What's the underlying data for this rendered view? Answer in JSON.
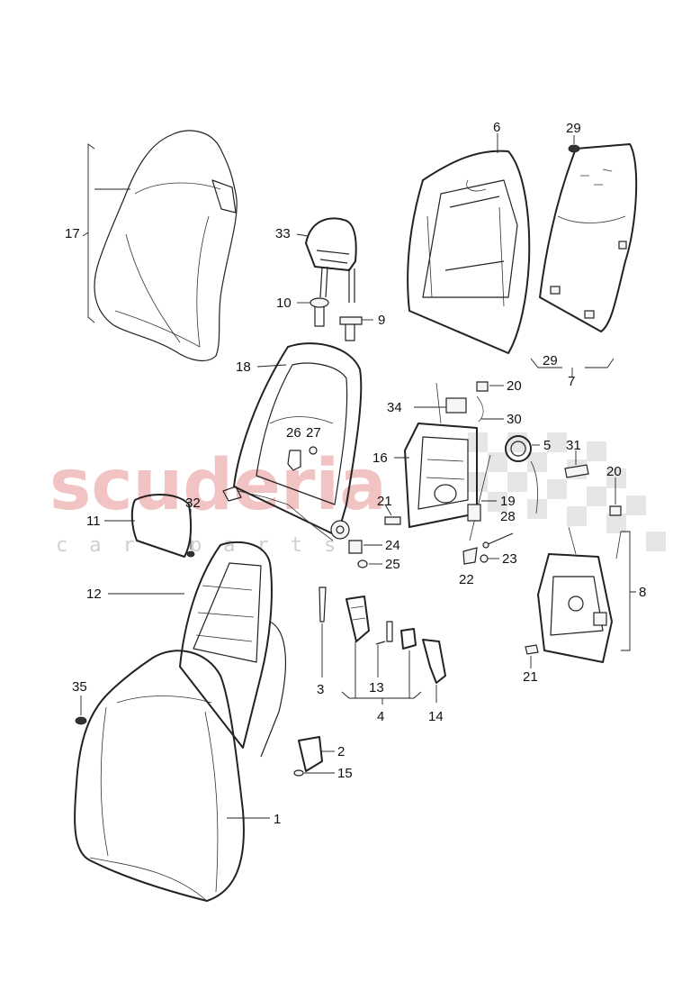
{
  "watermark": {
    "main": "scuderia",
    "sub": "car parts"
  },
  "callouts": {
    "c1": "1",
    "c2": "2",
    "c3": "3",
    "c4": "4",
    "c5": "5",
    "c6": "6",
    "c7": "7",
    "c8": "8",
    "c9": "9",
    "c10": "10",
    "c11": "11",
    "c12": "12",
    "c13": "13",
    "c14": "14",
    "c15": "15",
    "c16": "16",
    "c17": "17",
    "c18": "18",
    "c19": "19",
    "c20a": "20",
    "c20b": "20",
    "c21a": "21",
    "c21b": "21",
    "c22": "22",
    "c23": "23",
    "c24": "24",
    "c25": "25",
    "c26": "26",
    "c27": "27",
    "c28": "28",
    "c29a": "29",
    "c29b": "29",
    "c30": "30",
    "c31": "31",
    "c32": "32",
    "c33": "33",
    "c34": "34",
    "c35": "35"
  },
  "colors": {
    "line": "#222222",
    "watermark_red": "#f2c3c3",
    "watermark_grey": "#cfcfcf"
  }
}
